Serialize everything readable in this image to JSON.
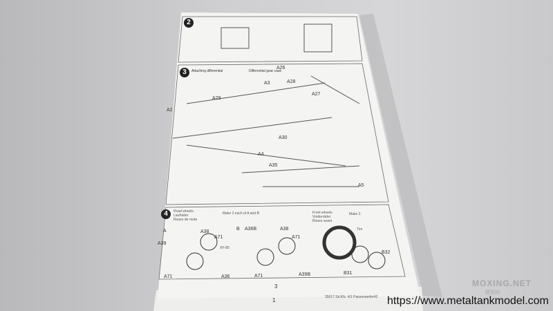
{
  "steps": {
    "step2": {
      "number": "2"
    },
    "step3": {
      "number": "3",
      "title_en": "Attaching differential",
      "sub_title": "Differential gear case",
      "parts": [
        "A26",
        "A28",
        "A27",
        "A3",
        "A29",
        "A2",
        "A4",
        "A30",
        "A35",
        "A5"
      ]
    },
    "step4": {
      "number": "4",
      "title_en": "Road wheels",
      "title_de": "Laufräder",
      "title_fr": "Roues de route",
      "note": "Make 2 each of A and B.",
      "front_title_en": "Front wheels",
      "front_title_de": "Vorderräder",
      "front_title_fr": "Roues avant",
      "front_note": "Make 2.",
      "tire_label": "Tire",
      "variant_a": "A",
      "variant_b": "B",
      "parts_a": [
        "A38",
        "A39",
        "A71",
        "A71",
        "A36"
      ],
      "parts_b": [
        "A36B",
        "A38",
        "A71",
        "A71",
        "A39B"
      ],
      "parts_front": [
        "B32",
        "B31"
      ],
      "paint": "XF-85"
    }
  },
  "page_number": "3",
  "under_page_number": "1",
  "under_page_caption": "35017 Sd.Kfz. 4/1 Panzerwerfer42",
  "watermark": {
    "brand": "MOXING.NET",
    "brand_cn": "模型网"
  },
  "url": "https://www.metaltankmodel.com"
}
